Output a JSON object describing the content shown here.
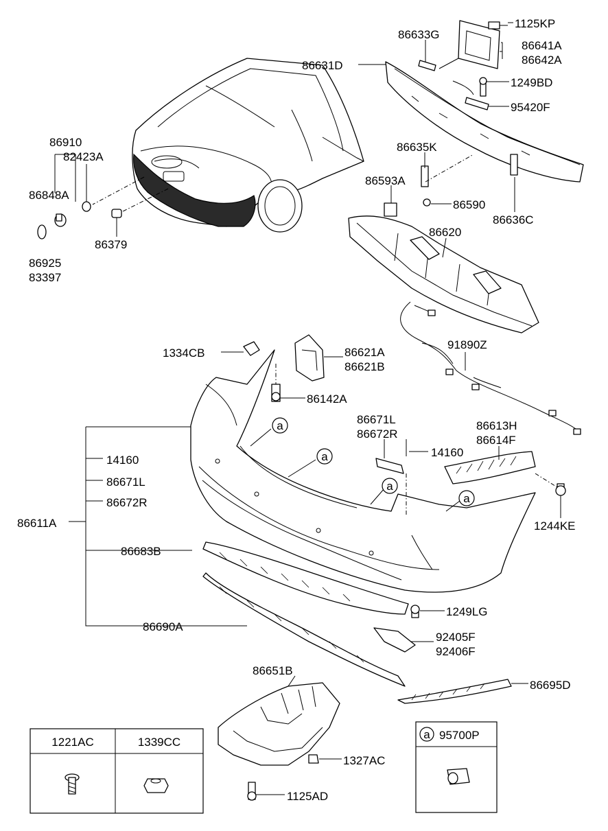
{
  "labels": {
    "p1125KP": "1125KP",
    "p86633G": "86633G",
    "p86641A": "86641A",
    "p86642A": "86642A",
    "p86631D": "86631D",
    "p1249BD": "1249BD",
    "p95420F": "95420F",
    "p86910": "86910",
    "p82423A": "82423A",
    "p86848A": "86848A",
    "p86925": "86925",
    "p83397": "83397",
    "p86379": "86379",
    "p86635K": "86635K",
    "p86593A": "86593A",
    "p86590": "86590",
    "p86636C": "86636C",
    "p86620": "86620",
    "p91890Z": "91890Z",
    "p1334CB": "1334CB",
    "p86621A": "86621A",
    "p86621B": "86621B",
    "p86142A": "86142A",
    "p86671L_top": "86671L",
    "p86672R_top": "86672R",
    "p14160_top": "14160",
    "p86613H": "86613H",
    "p86614F": "86614F",
    "p1244KE": "1244KE",
    "p14160_list": "14160",
    "p86671L_list": "86671L",
    "p86672R_list": "86672R",
    "p86611A": "86611A",
    "p86683B": "86683B",
    "p86690A": "86690A",
    "p1249LG": "1249LG",
    "p92405F": "92405F",
    "p92406F": "92406F",
    "p86651B": "86651B",
    "p86695D": "86695D",
    "p1327AC": "1327AC",
    "p1125AD": "1125AD"
  },
  "callouts": {
    "a1": "a",
    "a2": "a",
    "a3": "a",
    "a4": "a"
  },
  "table": {
    "col1": "1221AC",
    "col2": "1339CC"
  },
  "legend": {
    "marker": "a",
    "part": "95700P"
  }
}
